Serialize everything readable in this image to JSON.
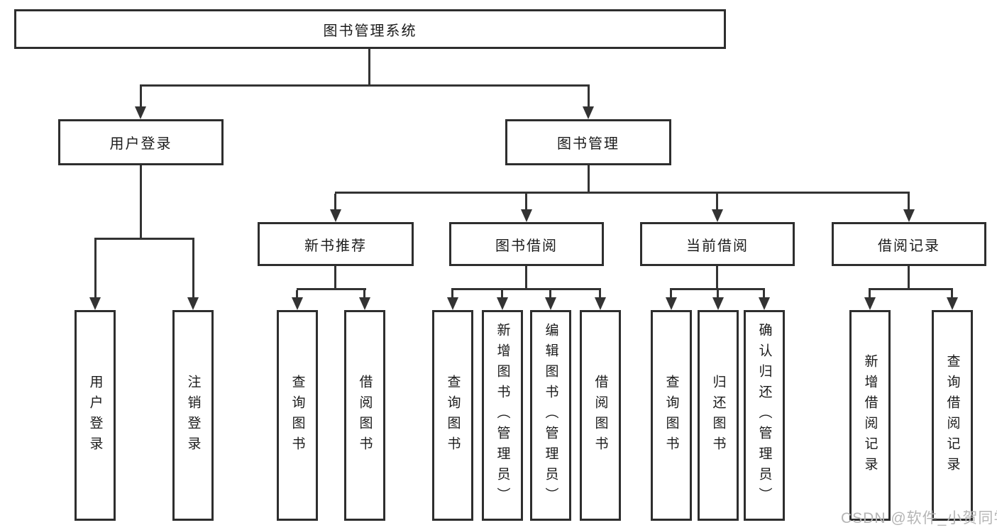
{
  "diagram": {
    "title": "图书管理系统",
    "branches": [
      {
        "label": "用户登录",
        "children": [
          "用户登录",
          "注销登录"
        ]
      },
      {
        "label": "图书管理",
        "children": [
          {
            "label": "新书推荐",
            "children": [
              "查询图书",
              "借阅图书"
            ]
          },
          {
            "label": "图书借阅",
            "children": [
              "查询图书",
              "新增图书（管理员）",
              "编辑图书（管理员）",
              "借阅图书"
            ]
          },
          {
            "label": "当前借阅",
            "children": [
              "查询图书",
              "归还图书",
              "确认归还（管理员）"
            ]
          },
          {
            "label": "借阅记录",
            "children": [
              "新增借阅记录",
              "查询借阅记录"
            ]
          }
        ]
      }
    ]
  },
  "watermark": "CSDN @软件_小贺同学",
  "colors": {
    "line": "#333333",
    "border": "#2e2e2e",
    "text": "#1b1b1b",
    "watermark": "#b5b5b5",
    "background": "#ffffff"
  }
}
